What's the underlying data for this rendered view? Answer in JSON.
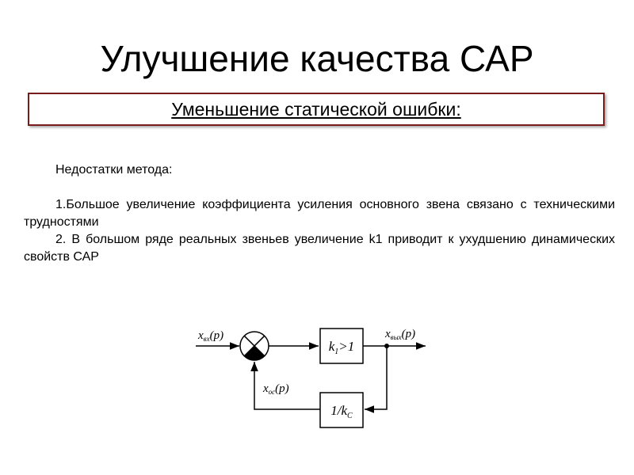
{
  "slide": {
    "title": "Улучшение качества САР",
    "subtitle": "Уменьшение статической ошибки:"
  },
  "body": {
    "heading": "Недостатки метода:",
    "item1": "1.Большое увеличение коэффициента усиления основного звена связано с техническими трудностями",
    "item2": "2. В большом ряде реальных звеньев увеличение k1 приводит к ухудшению динамических свойств САР"
  },
  "diagram": {
    "input_label": {
      "main": "x",
      "sub": "вх",
      "arg": "(p)"
    },
    "output_label": {
      "main": "x",
      "sub": "вых",
      "arg": "(p)"
    },
    "feedback_label": {
      "main": "x",
      "sub": "ос",
      "arg": "(p)"
    },
    "forward_block": {
      "k": "k",
      "sub": "1",
      "rest": ">1"
    },
    "feedback_block": {
      "num": "1/",
      "k": "k",
      "sub": "C"
    }
  }
}
